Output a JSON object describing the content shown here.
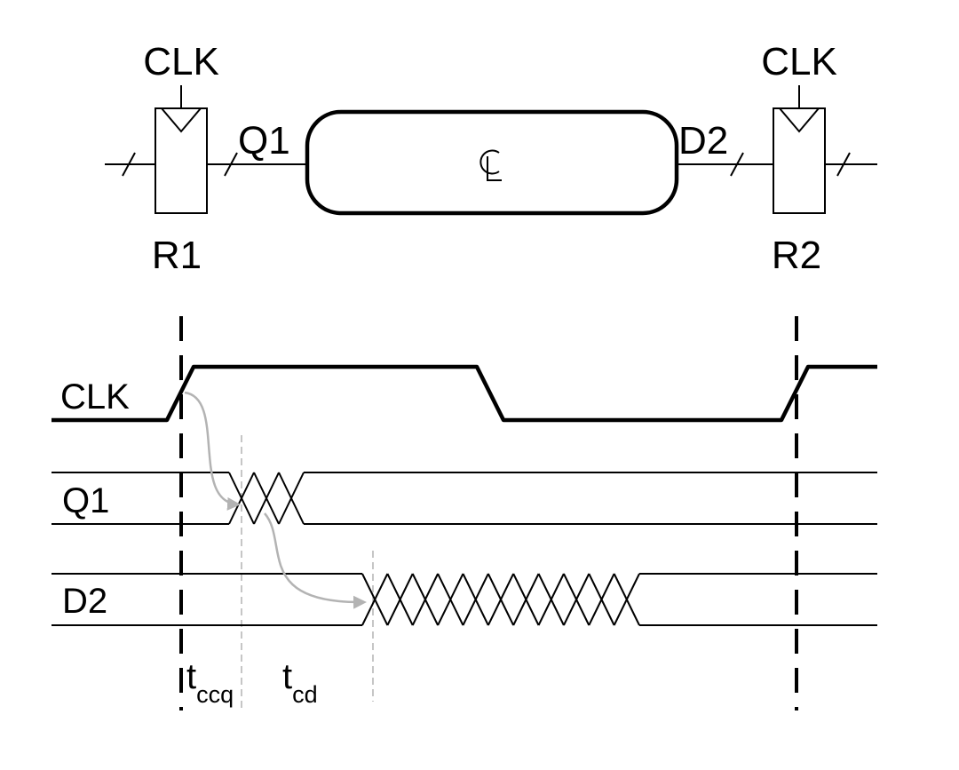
{
  "labels": {
    "reg1_clk": "CLK",
    "reg2_clk": "CLK",
    "q1_wire": "Q1",
    "d2_wire": "D2",
    "reg1_name": "R1",
    "reg2_name": "R2",
    "timing_clk": "CLK",
    "timing_q1": "Q1",
    "timing_d2": "D2",
    "tccq_main": "t",
    "tccq_sub": "ccq",
    "tcd_main": "t",
    "tcd_sub": "cd"
  },
  "colors": {
    "ink": "#000000",
    "annotation": "#b3b3b3"
  }
}
